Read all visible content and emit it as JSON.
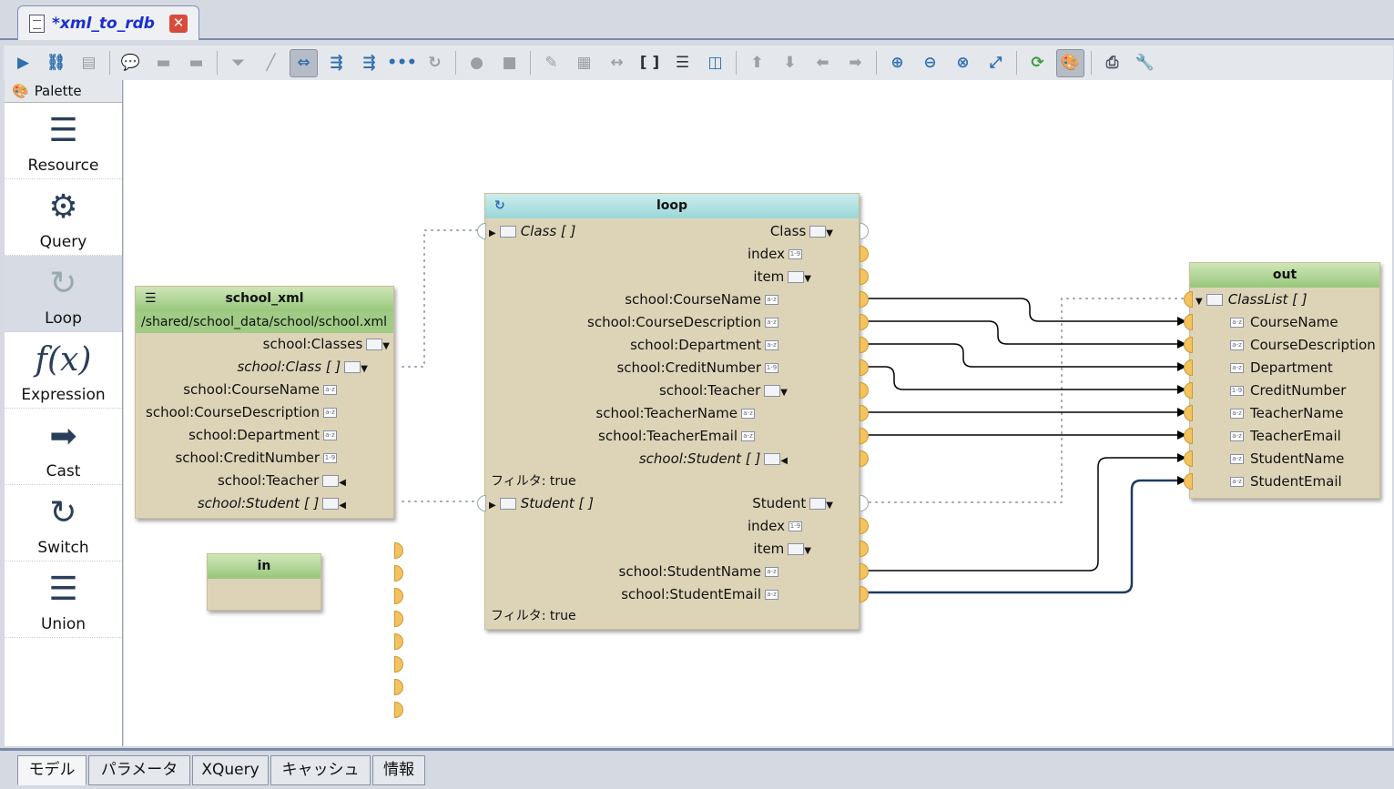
{
  "window": {
    "tab_title": "*xml_to_rdb"
  },
  "palette": {
    "title": "Palette",
    "items": [
      {
        "label": "Resource",
        "icon": "resource-icon"
      },
      {
        "label": "Query",
        "icon": "gear-icon"
      },
      {
        "label": "Loop",
        "icon": "loop-icon"
      },
      {
        "label": "Expression",
        "icon": "function-icon"
      },
      {
        "label": "Cast",
        "icon": "arrow-right-icon"
      },
      {
        "label": "Switch",
        "icon": "switch-icon"
      },
      {
        "label": "Union",
        "icon": "union-icon"
      }
    ]
  },
  "nodes": {
    "school_xml": {
      "title": "school_xml",
      "path": "/shared/school_data/school/school.xml",
      "rows": [
        "school:Classes",
        "school:Class [ ]",
        "school:CourseName",
        "school:CourseDescription",
        "school:Department",
        "school:CreditNumber",
        "school:Teacher",
        "school:Student [ ]"
      ]
    },
    "in": {
      "title": "in"
    },
    "loop": {
      "title": "loop",
      "class_in": "Class [ ]",
      "class_out": "Class",
      "rows1": [
        "index",
        "item",
        "school:CourseName",
        "school:CourseDescription",
        "school:Department",
        "school:CreditNumber",
        "school:Teacher",
        "school:TeacherName",
        "school:TeacherEmail",
        "school:Student [ ]"
      ],
      "filter1": "フィルタ: true",
      "student_in": "Student [ ]",
      "student_out": "Student",
      "rows2": [
        "index",
        "item",
        "school:StudentName",
        "school:StudentEmail"
      ],
      "filter2": "フィルタ: true"
    },
    "out": {
      "title": "out",
      "list": "ClassList [ ]",
      "rows": [
        "CourseName",
        "CourseDescription",
        "Department",
        "CreditNumber",
        "TeacherName",
        "TeacherEmail",
        "StudentName",
        "StudentEmail"
      ]
    }
  },
  "bottom_tabs": [
    "モデル",
    "パラメータ",
    "XQuery",
    "キャッシュ",
    "情報"
  ],
  "type_icons": {
    "text": "a-z",
    "number": "1-9"
  }
}
